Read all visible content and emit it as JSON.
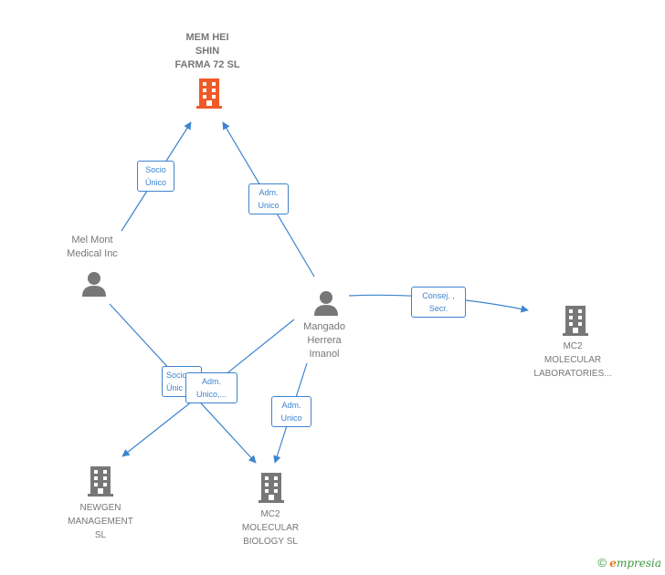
{
  "nodes": {
    "mem_hei": {
      "lines": [
        "MEM HEI",
        "SHIN",
        "FARMA 72  SL"
      ],
      "type": "company",
      "color": "#f05a28"
    },
    "mel_mont": {
      "lines": [
        "Mel Mont",
        "Medical Inc"
      ],
      "type": "person",
      "color": "#777777"
    },
    "mangado": {
      "lines": [
        "Mangado",
        "Herrera",
        "Imanol"
      ],
      "type": "person",
      "color": "#777777"
    },
    "mc2_labs": {
      "lines": [
        "MC2",
        "MOLECULAR",
        "LABORATORIES..."
      ],
      "type": "company",
      "color": "#777777"
    },
    "newgen": {
      "lines": [
        "NEWGEN",
        "MANAGEMENT",
        "SL"
      ],
      "type": "company",
      "color": "#777777"
    },
    "mc2_bio": {
      "lines": [
        "MC2",
        "MOLECULAR",
        "BIOLOGY  SL"
      ],
      "type": "company",
      "color": "#777777"
    }
  },
  "edges": {
    "mel_to_memhei": {
      "lines": [
        "Socio",
        "Único"
      ]
    },
    "mangado_to_memhei": {
      "lines": [
        "Adm.",
        "Unico"
      ]
    },
    "mangado_to_labs": {
      "lines": [
        "Consej. ,",
        "Secr."
      ]
    },
    "mel_to_bio": {
      "lines": [
        "Socio",
        "Únic"
      ]
    },
    "mangado_to_newgen": {
      "lines": [
        "Adm.",
        "Unico,..."
      ]
    },
    "mangado_to_bio": {
      "lines": [
        "Adm.",
        "Unico"
      ]
    }
  },
  "footer": {
    "copyright": "©",
    "brand_first": "e",
    "brand_rest": "mpresia"
  },
  "colors": {
    "edge": "#3d84cf",
    "accent": "#f05a28",
    "node": "#777777"
  }
}
